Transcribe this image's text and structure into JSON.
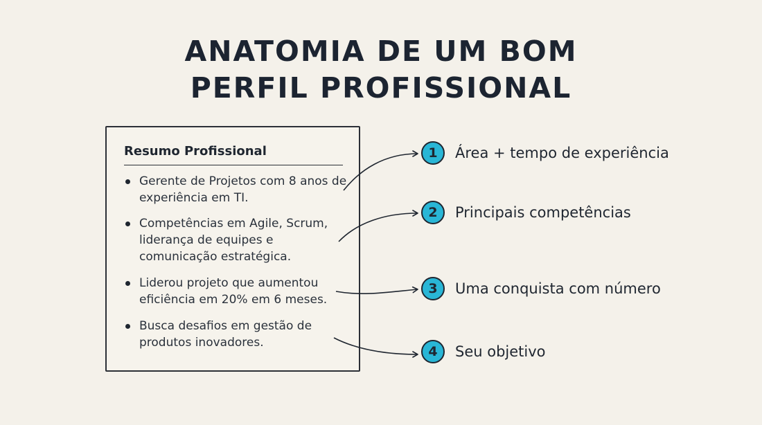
{
  "title": {
    "line1": "ANATOMIA DE UM BOM",
    "line2": "PERFIL PROFISSIONAL"
  },
  "card": {
    "heading": "Resumo Profissional",
    "bullets": [
      "Gerente de Projetos com 8 anos de experiência em TI.",
      "Competências em Agile, Scrum, liderança de equipes e comunicação estratégica.",
      "Liderou projeto que aumentou eficiência em 20% em 6 meses.",
      "Busca desafios em gestão de produtos inovadores."
    ]
  },
  "steps": [
    {
      "number": "1",
      "label": "Área + tempo de experiência"
    },
    {
      "number": "2",
      "label": "Principais competências"
    },
    {
      "number": "3",
      "label": "Uma conquista com número"
    },
    {
      "number": "4",
      "label": "Seu objetivo"
    }
  ],
  "colors": {
    "background": "#f4f1ea",
    "badge": "#29b6d6",
    "ink": "#1f2630"
  }
}
